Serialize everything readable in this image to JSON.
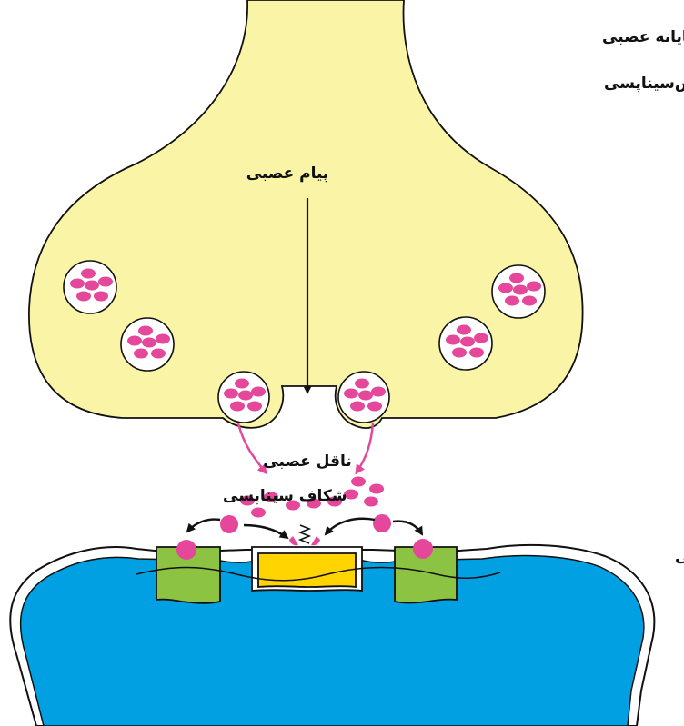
{
  "labels": {
    "presynaptic_line1": "پایانه عصبی",
    "presynaptic_line2": "پیش‌سیناپسی",
    "nerve_impulse": "پیام عصبی",
    "neurotransmitter": "ناقل عصبی",
    "synaptic_cleft": "شکاف سیناپسی",
    "postsynaptic_cell": "سلول پس‌سیناپسی"
  },
  "colors": {
    "terminal_fill": "#faf5a6",
    "vesicle_fill": "#ffffff",
    "neurotransmitter": "#e5489b",
    "postsynaptic_fill": "#00a0e3",
    "membrane_fill": "#ffffff",
    "receptor_green": "#8cc342",
    "receptor_yellow": "#ffd400",
    "release_arrow": "#e5489b",
    "outline": "#111111"
  }
}
